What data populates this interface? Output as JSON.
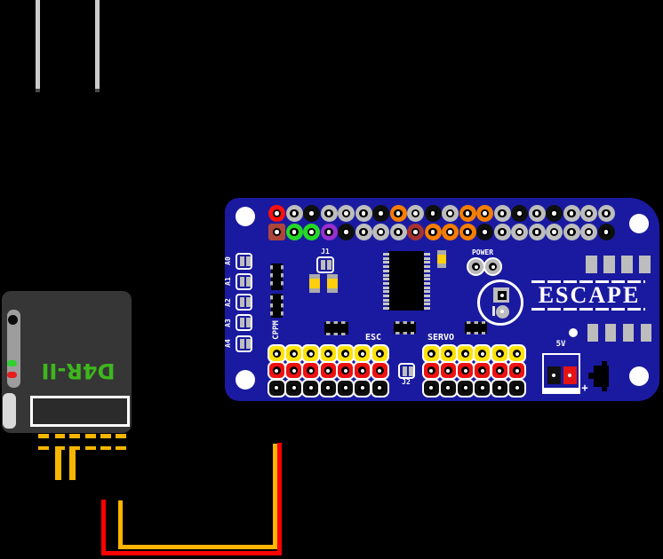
{
  "receiver": {
    "model_label": "D4R-II",
    "label_color": "#3eb71d",
    "body_color": "#363636",
    "led_green_color": "#2ed12e",
    "led_red_color": "#e81c1c",
    "pin_color": "#f7b500",
    "pin_columns": 6,
    "long_pin_columns": [
      2,
      3
    ],
    "antenna_count": 2
  },
  "wires": {
    "red": "#ff0000",
    "yellow": "#ffb400"
  },
  "board": {
    "color": "#1a1aa0",
    "brand": "ESCAPE",
    "labels": {
      "j1": "J1",
      "j2": "J2",
      "cppm": "CPPM",
      "power": "POWER",
      "esc": "ESC",
      "servo": "SERVO",
      "five_v": "5V",
      "plus": "+"
    },
    "analog_labels": [
      "A0",
      "A1",
      "A2",
      "A3",
      "A4"
    ],
    "pad_palette": {
      "gray": "#bdbdbd",
      "black": "#0f0f0f",
      "red": "#ff1010",
      "orange": "#f57d00",
      "green": "#25d825",
      "purple": "#9630cf",
      "darkred": "#a63232",
      "brown": "#ad453a",
      "yellow": "#ffe208",
      "padred": "#ee1111"
    },
    "top_header": {
      "row1": [
        "red",
        "gray",
        "black",
        "gray",
        "gray",
        "gray",
        "black",
        "orange",
        "gray",
        "black",
        "gray",
        "orange",
        "orange",
        "gray",
        "black",
        "gray",
        "black",
        "gray",
        "gray",
        "gray"
      ],
      "row2": [
        "brown",
        "green",
        "green",
        "purple",
        "black",
        "gray",
        "gray",
        "gray",
        "darkred",
        "orange",
        "orange",
        "orange",
        "black",
        "gray",
        "gray",
        "gray",
        "gray",
        "gray",
        "gray",
        "black"
      ]
    },
    "esc_header": {
      "label": "ESC",
      "columns": 7,
      "row_colors": [
        "yellow",
        "padred",
        "black"
      ]
    },
    "servo_header": {
      "label": "SERVO",
      "columns": 6,
      "row_colors": [
        "yellow",
        "padred",
        "black"
      ]
    }
  }
}
